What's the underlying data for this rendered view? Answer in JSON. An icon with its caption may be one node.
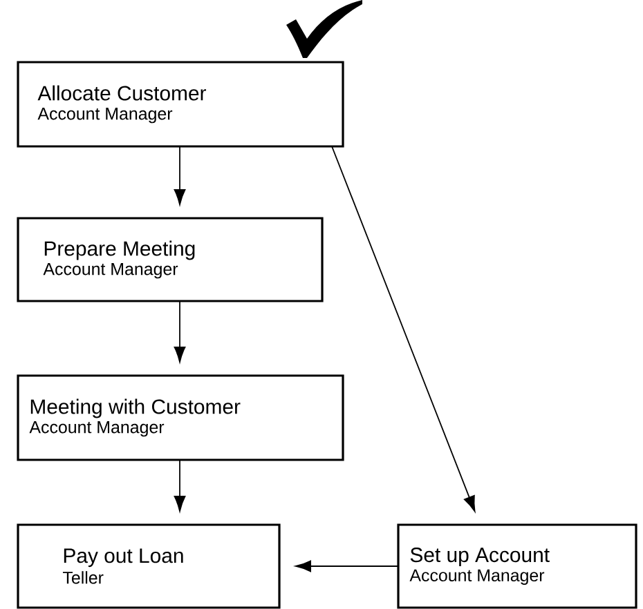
{
  "diagram": {
    "nodes": [
      {
        "text": [
          "Allocate Customer",
          "Account Manager"
        ]
      },
      {
        "text": [
          "Prepare Meeting",
          "Account Manager"
        ]
      },
      {
        "text": [
          "Meeting with Customer",
          "Account Manager"
        ]
      },
      {
        "text": [
          "Pay out Loan",
          "Teller"
        ]
      },
      {
        "text": [
          "Set up Account",
          "Account Manager"
        ]
      }
    ],
    "edges": [
      {
        "from": 0,
        "to": 1,
        "arrow": "to"
      },
      {
        "from": 1,
        "to": 2,
        "arrow": "to"
      },
      {
        "from": 2,
        "to": 3,
        "arrow": "to"
      },
      {
        "from": 0,
        "to": 4,
        "arrow": "to"
      },
      {
        "from": 4,
        "to": 3,
        "arrow": "to"
      }
    ]
  }
}
